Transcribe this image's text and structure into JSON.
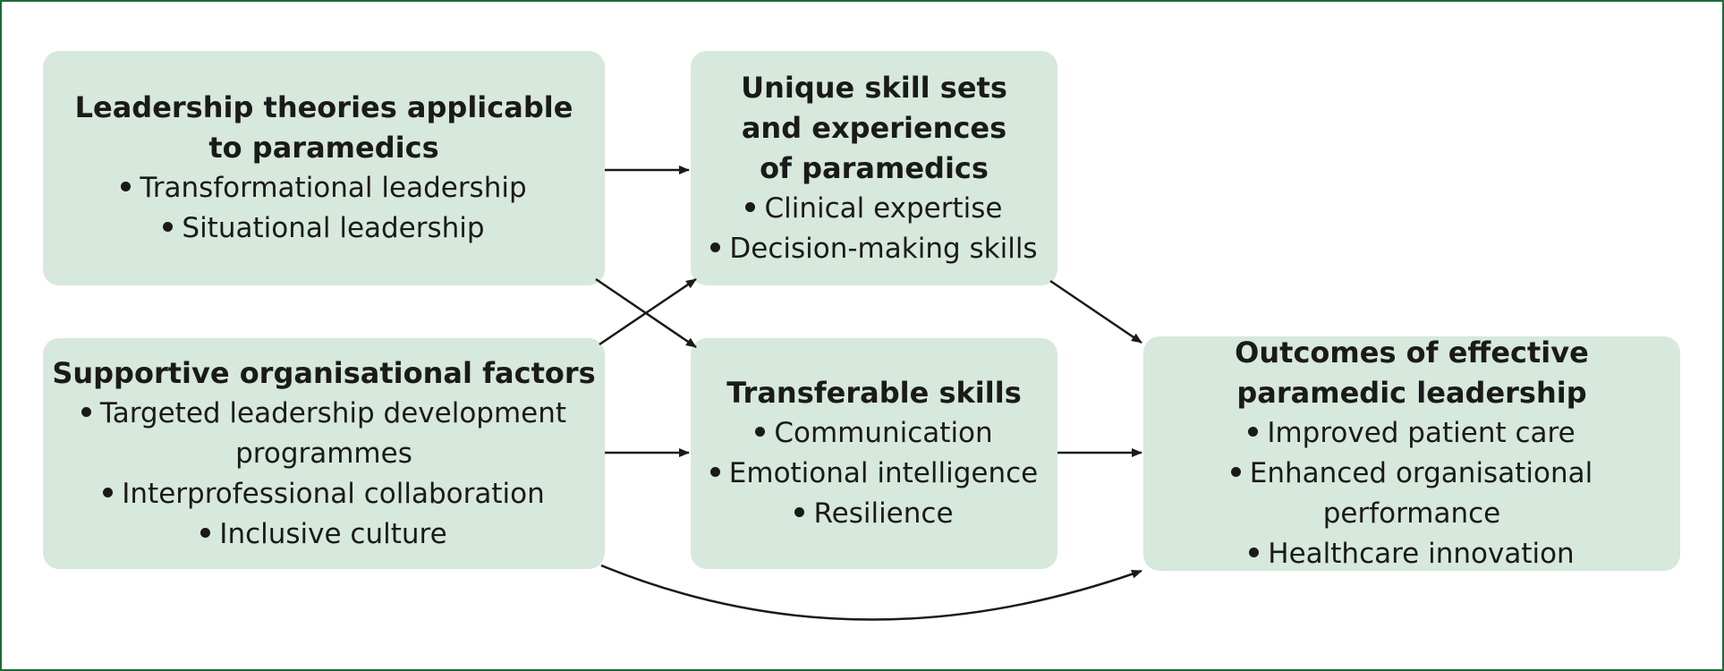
{
  "boxes": {
    "theories": {
      "title": "Leadership theories applicable\nto paramedics",
      "items": [
        "Transformational leadership",
        "Situational leadership"
      ]
    },
    "organisational": {
      "title": "Supportive organisational factors",
      "items": [
        "Targeted leadership development\nprogrammes",
        "Interprofessional collaboration",
        "Inclusive culture"
      ]
    },
    "unique": {
      "title": "Unique skill sets\nand experiences\nof paramedics",
      "items": [
        "Clinical expertise",
        "Decision-making skills"
      ]
    },
    "transferable": {
      "title": "Transferable skills",
      "items": [
        "Communication",
        "Emotional intelligence",
        "Resilience"
      ]
    },
    "outcomes": {
      "title": "Outcomes of effective\nparamedic leadership",
      "items": [
        "Improved patient care",
        "Enhanced organisational performance",
        "Healthcare innovation"
      ]
    }
  },
  "colors": {
    "frame": "#1f6a3a",
    "box_fill": "#d7e8dc",
    "arrow": "#1a1a1a"
  }
}
